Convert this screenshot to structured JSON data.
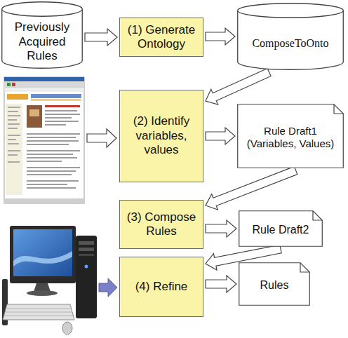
{
  "diagram": {
    "nodes": [
      {
        "text": [
          "Previously Acquired Rules"
        ]
      },
      {
        "text": [
          "(1) Generate Ontology"
        ]
      },
      {
        "text": [
          "ComposeToOnto"
        ]
      },
      {
        "text": [
          "(2) Identify variables, values"
        ]
      },
      {
        "text": [
          "Rule Draft1 (Variables, Values)"
        ]
      },
      {
        "text": [
          "(3) Compose Rules"
        ]
      },
      {
        "text": [
          "Rule Draft2"
        ]
      },
      {
        "text": [
          "(4) Refine"
        ]
      },
      {
        "text": [
          "Rules"
        ]
      }
    ],
    "edges": [
      {
        "from": 0,
        "to": 1,
        "arrow": "to"
      },
      {
        "from": 1,
        "to": 2,
        "arrow": "to"
      },
      {
        "from": 2,
        "to": 3,
        "arrow": "to"
      },
      {
        "from": 3,
        "to": 4,
        "arrow": "to"
      },
      {
        "from": 4,
        "to": 5,
        "arrow": "to"
      },
      {
        "from": 5,
        "to": 6,
        "arrow": "to"
      },
      {
        "from": 6,
        "to": 7,
        "arrow": "to"
      },
      {
        "from": 7,
        "to": 8,
        "arrow": "to"
      }
    ]
  }
}
